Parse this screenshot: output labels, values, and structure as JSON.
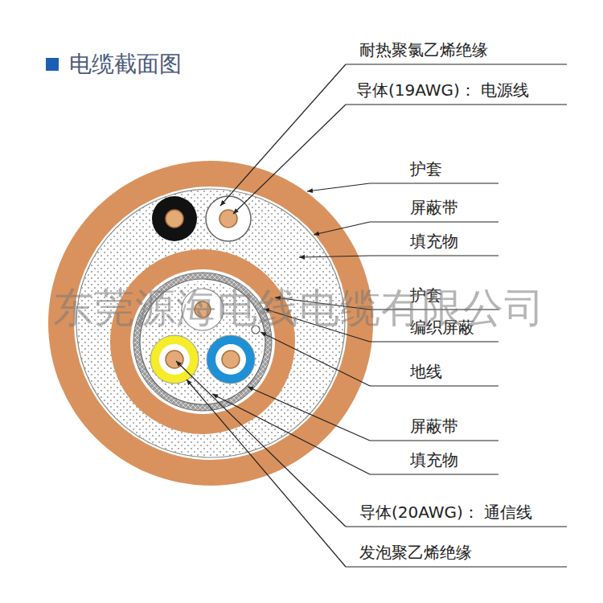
{
  "diagram": {
    "title": "电缆截面图",
    "labels": [
      "耐热聚氯乙烯绝缘",
      "导体(19AWG)： 电源线",
      "护套",
      "屏蔽带",
      "填充物",
      "护套",
      "编织屏蔽",
      "地线",
      "屏蔽带",
      "填充物",
      "导体(20AWG)： 通信线",
      "发泡聚乙烯绝缘",
      "东莞源海电线电缆有限公司"
    ]
  }
}
